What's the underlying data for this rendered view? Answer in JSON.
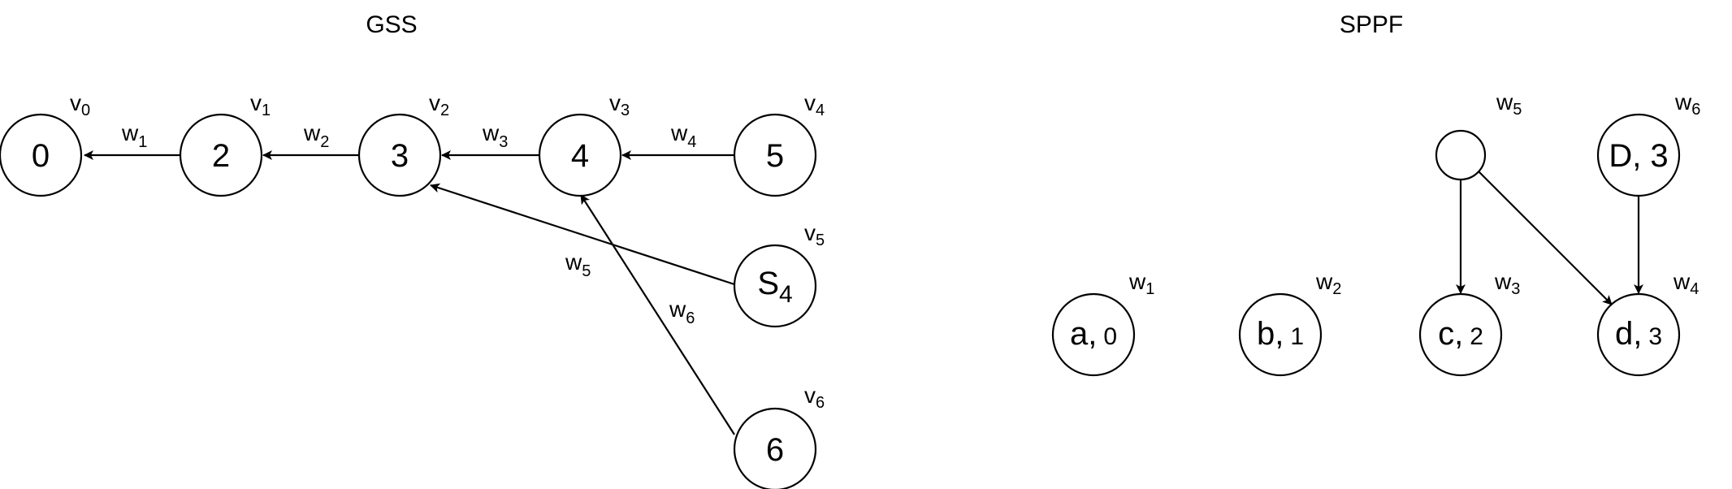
{
  "gss": {
    "title": "GSS",
    "nodes": [
      {
        "id": "v0",
        "label": "0",
        "tag": "v",
        "tag_sub": "0"
      },
      {
        "id": "v1",
        "label": "2",
        "tag": "v",
        "tag_sub": "1"
      },
      {
        "id": "v2",
        "label": "3",
        "tag": "v",
        "tag_sub": "2"
      },
      {
        "id": "v3",
        "label": "4",
        "tag": "v",
        "tag_sub": "3"
      },
      {
        "id": "v4",
        "label": "5",
        "tag": "v",
        "tag_sub": "4"
      },
      {
        "id": "v5",
        "label": "S",
        "label_sub": "4",
        "tag": "v",
        "tag_sub": "5"
      },
      {
        "id": "v6",
        "label": "6",
        "tag": "v",
        "tag_sub": "6"
      }
    ],
    "edges": [
      {
        "from": "v1",
        "to": "v0",
        "label": "w",
        "label_sub": "1"
      },
      {
        "from": "v2",
        "to": "v1",
        "label": "w",
        "label_sub": "2"
      },
      {
        "from": "v3",
        "to": "v2",
        "label": "w",
        "label_sub": "3"
      },
      {
        "from": "v4",
        "to": "v3",
        "label": "w",
        "label_sub": "4"
      },
      {
        "from": "v5",
        "to": "v2",
        "label": "w",
        "label_sub": "5"
      },
      {
        "from": "v6",
        "to": "v3",
        "label": "w",
        "label_sub": "6"
      }
    ]
  },
  "sppf": {
    "title": "SPPF",
    "nodes": [
      {
        "id": "w1",
        "label": "a,",
        "label_num": "0",
        "tag": "w",
        "tag_sub": "1"
      },
      {
        "id": "w2",
        "label": "b,",
        "label_num": "1",
        "tag": "w",
        "tag_sub": "2"
      },
      {
        "id": "w3",
        "label": "c,",
        "label_num": "2",
        "tag": "w",
        "tag_sub": "3"
      },
      {
        "id": "w4",
        "label": "d,",
        "label_num": "3",
        "tag": "w",
        "tag_sub": "4"
      },
      {
        "id": "w5",
        "label": "",
        "tag": "w",
        "tag_sub": "5"
      },
      {
        "id": "w6",
        "label": "D, 3",
        "tag": "w",
        "tag_sub": "6"
      }
    ],
    "edges": [
      {
        "from": "w5",
        "to": "w3"
      },
      {
        "from": "w5",
        "to": "w4"
      },
      {
        "from": "w6",
        "to": "w4"
      }
    ]
  }
}
